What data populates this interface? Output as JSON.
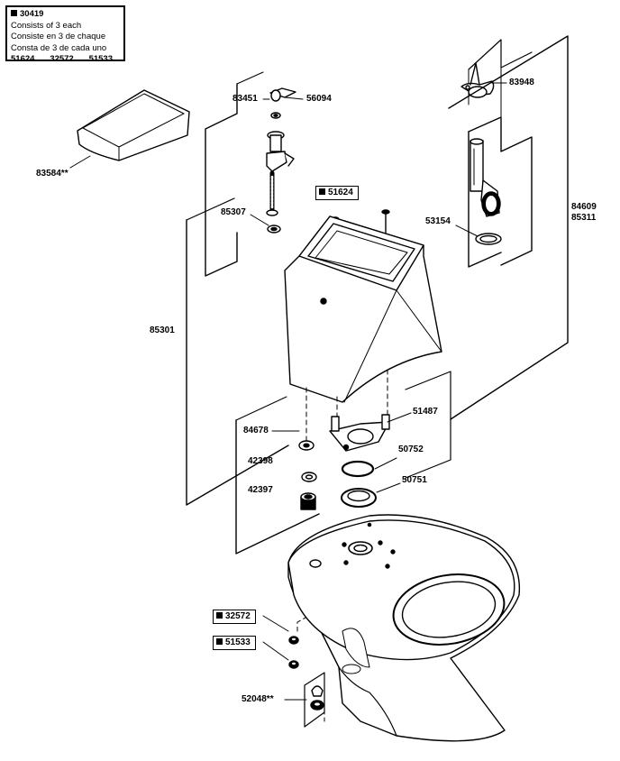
{
  "kit": {
    "number": "30419",
    "lines": [
      "Consists of 3 each",
      "Consiste en 3 de chaque",
      "Consta de 3 de cada uno"
    ],
    "parts": [
      "51624",
      "32572",
      "51533"
    ]
  },
  "labels": {
    "p83584": "83584**",
    "p83451": "83451",
    "p56094": "56094",
    "p83948": "83948",
    "p85307": "85307",
    "p51624": "51624",
    "p53154": "53154",
    "p84609": "84609",
    "p85311": "85311",
    "p85301": "85301",
    "p84678": "84678",
    "p51487": "51487",
    "p50752": "50752",
    "p42398": "42398",
    "p42397": "42397",
    "p50751": "50751",
    "p32572": "32572",
    "p51533": "51533",
    "p52048": "52048**"
  }
}
